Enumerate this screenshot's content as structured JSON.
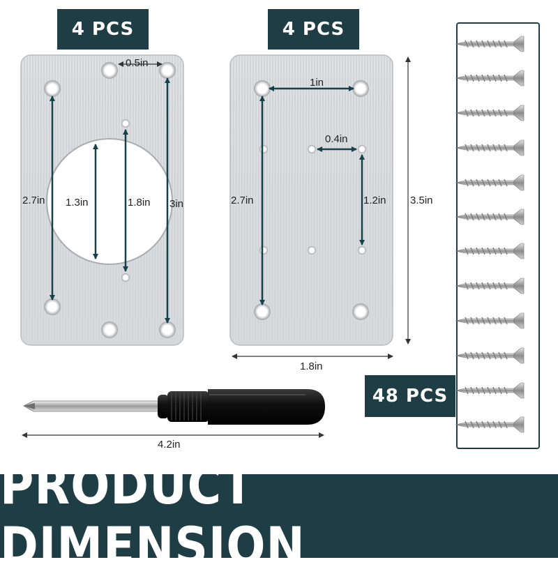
{
  "badges": {
    "plate_left_qty": "4 PCS",
    "plate_right_qty": "4 PCS",
    "screws_qty": "48 PCS"
  },
  "plate_left": {
    "hole_spacing_top": "0.5in",
    "height_outer_holes": "2.7in",
    "circle_diameter": "1.3in",
    "small_holes_span": "1.8in",
    "right_holes_span": "3in"
  },
  "plate_right": {
    "top_holes_spacing": "1in",
    "small_holes_spacing": "0.4in",
    "left_holes_span": "2.7in",
    "small_holes_vertical": "1.2in",
    "plate_height": "3.5in",
    "plate_width": "1.8in"
  },
  "screwdriver": {
    "length": "4.2in"
  },
  "banner": {
    "title": "PRODUCT DIMENSION"
  },
  "colors": {
    "banner_bg": "#1f3d44",
    "arrow": "#17404a",
    "plate_metal": "#d9dbdd"
  },
  "icons": {
    "screw": "screw-icon",
    "screwdriver": "screwdriver-icon"
  }
}
